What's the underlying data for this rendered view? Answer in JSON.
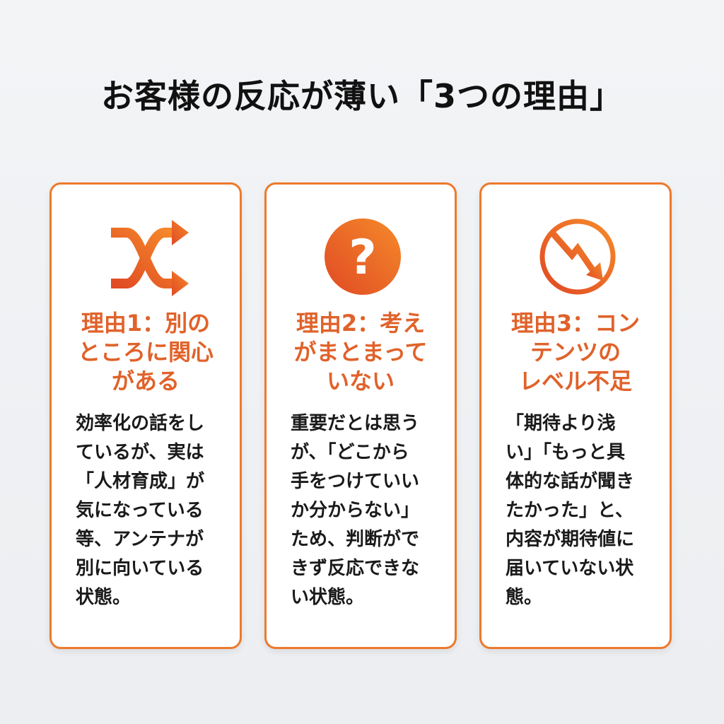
{
  "title": "お客様の反応が薄い「3つの理由」",
  "colors": {
    "accent": "#ec7a2c",
    "accent_dark": "#e0522a",
    "text": "#1a1a1a"
  },
  "cards": [
    {
      "icon": "shuffle-icon",
      "title_lines": [
        "理由1：別の",
        "ところに関心",
        "がある"
      ],
      "body_lines": [
        "効率化の話をし",
        "ているが、実は",
        "「人材育成」が",
        "気になっている",
        "等、アンテナが",
        "別に向いている",
        "状態。"
      ]
    },
    {
      "icon": "question-circle-icon",
      "title_lines": [
        "理由2：考え",
        "がまとまって",
        "いない"
      ],
      "body_lines": [
        "重要だとは思う",
        "が、「どこから",
        "手をつけていい",
        "か分からない」",
        "ため、判断がで",
        "きず反応できな",
        "い状態。"
      ]
    },
    {
      "icon": "declining-chart-circle-icon",
      "title_lines": [
        "理由3：コン",
        "テンツの",
        "レベル不足"
      ],
      "body_lines": [
        "「期待より浅",
        "い」「もっと具",
        "体的な話が聞き",
        "たかった」と、",
        "内容が期待値に",
        "届いていない状",
        "態。"
      ]
    }
  ]
}
